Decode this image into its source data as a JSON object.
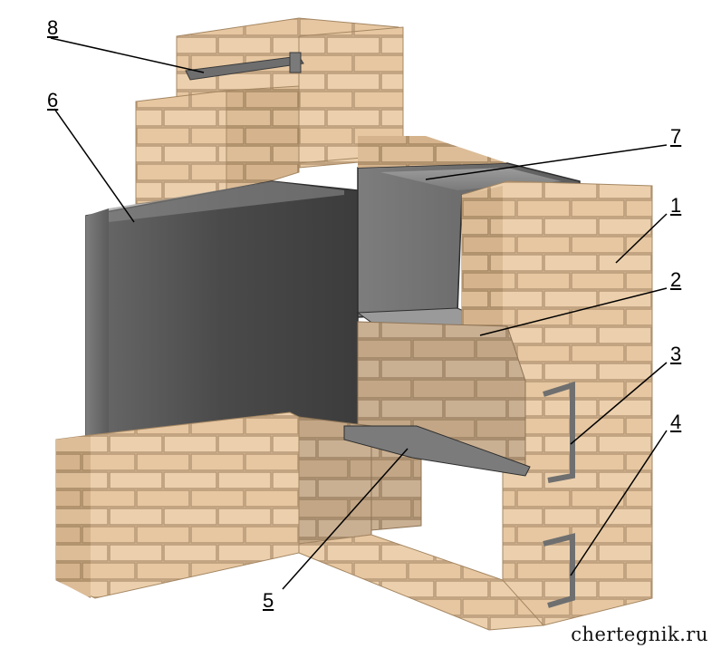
{
  "callouts": [
    {
      "id": "1",
      "label": "1"
    },
    {
      "id": "2",
      "label": "2"
    },
    {
      "id": "3",
      "label": "3"
    },
    {
      "id": "4",
      "label": "4"
    },
    {
      "id": "5",
      "label": "5"
    },
    {
      "id": "6",
      "label": "6"
    },
    {
      "id": "7",
      "label": "7"
    },
    {
      "id": "8",
      "label": "8"
    }
  ],
  "watermark": "chertegnik.ru",
  "colors": {
    "brick": "#e8caa6",
    "brick_dark": "#c9a880",
    "mortar": "#b79a79",
    "steel": "#5a5a5a",
    "steel_light": "#8e8e8e"
  }
}
